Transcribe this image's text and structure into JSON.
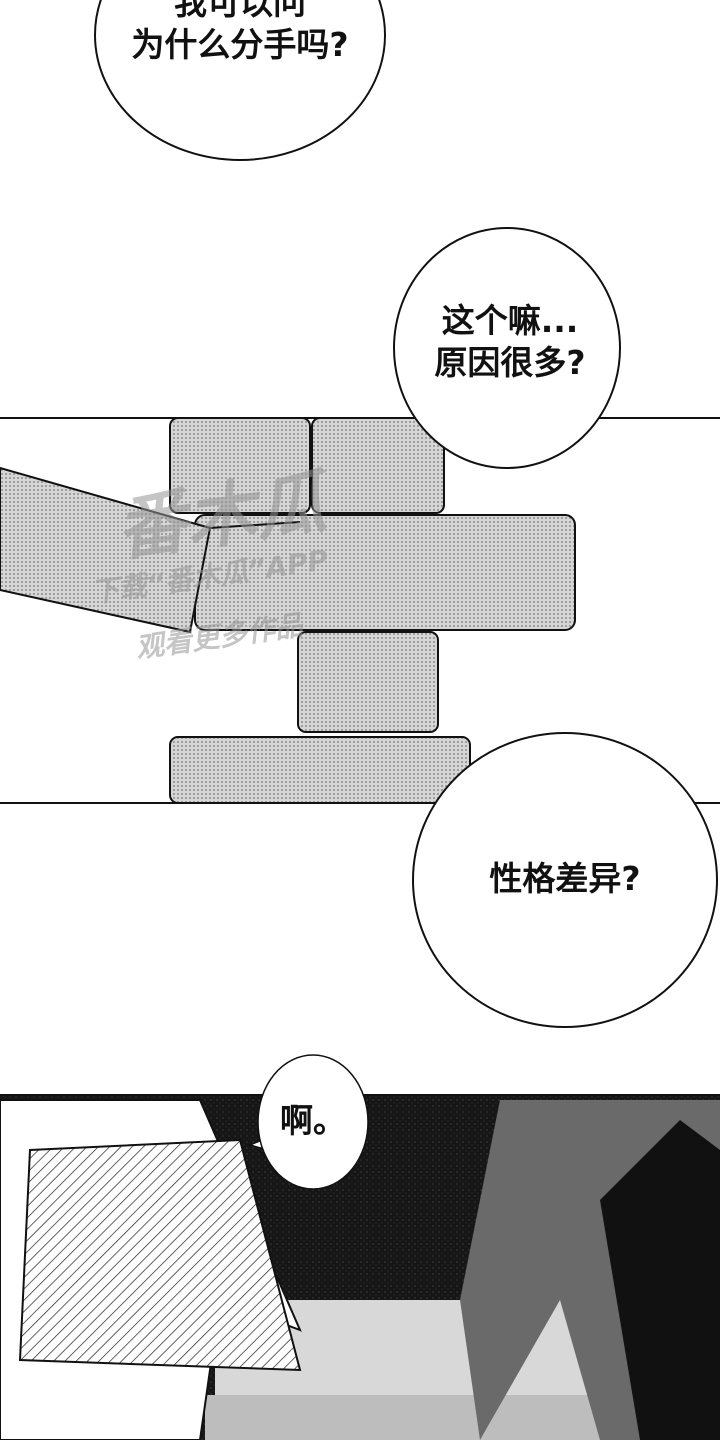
{
  "bubbles": {
    "top": {
      "line1": "我可以问",
      "line2": "为什么分手吗?"
    },
    "second": {
      "line1": "这个嘛...",
      "line2": "原因很多?"
    },
    "third": {
      "line1": "性格差异?"
    },
    "fourth": {
      "line1": "啊。"
    }
  },
  "watermark": {
    "logo": "番木瓜",
    "line1": "下载“番木瓜”APP",
    "line2": "观看更多作品"
  },
  "colors": {
    "ink": "#111111",
    "screentone": "#c8c8c8",
    "dark_bg": "#1a1a1a",
    "gray_figure": "#6a6a6a"
  }
}
